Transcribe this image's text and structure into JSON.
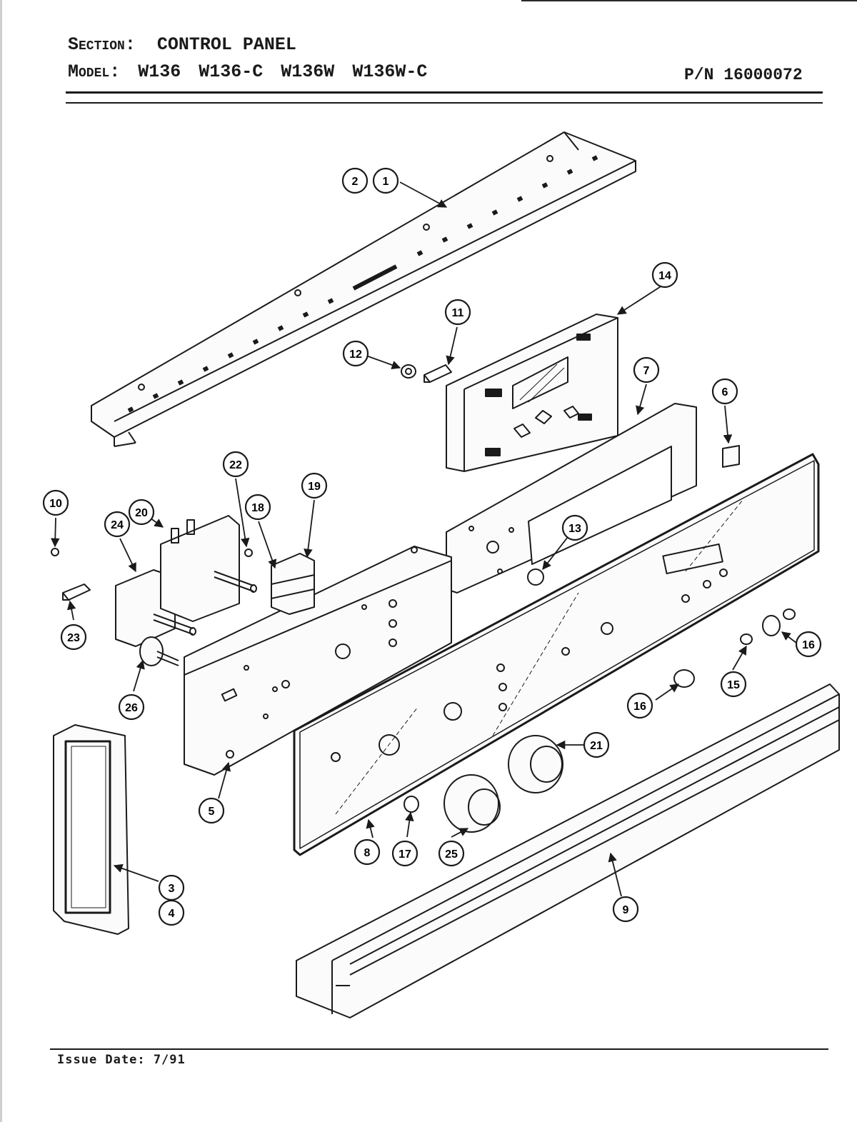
{
  "header": {
    "section_label": "Section:",
    "section_value": "CONTROL PANEL",
    "model_label": "Model:",
    "models": [
      "W136",
      "W136-C",
      "W136W",
      "W136W-C"
    ],
    "part_number": "P/N 16000072"
  },
  "footer": {
    "issue_date": "Issue Date: 7/91"
  },
  "callouts": [
    "1",
    "2",
    "3",
    "4",
    "5",
    "6",
    "7",
    "8",
    "9",
    "10",
    "11",
    "12",
    "13",
    "14",
    "15",
    "16",
    "16",
    "17",
    "18",
    "19",
    "20",
    "21",
    "22",
    "23",
    "24",
    "25",
    "26"
  ]
}
